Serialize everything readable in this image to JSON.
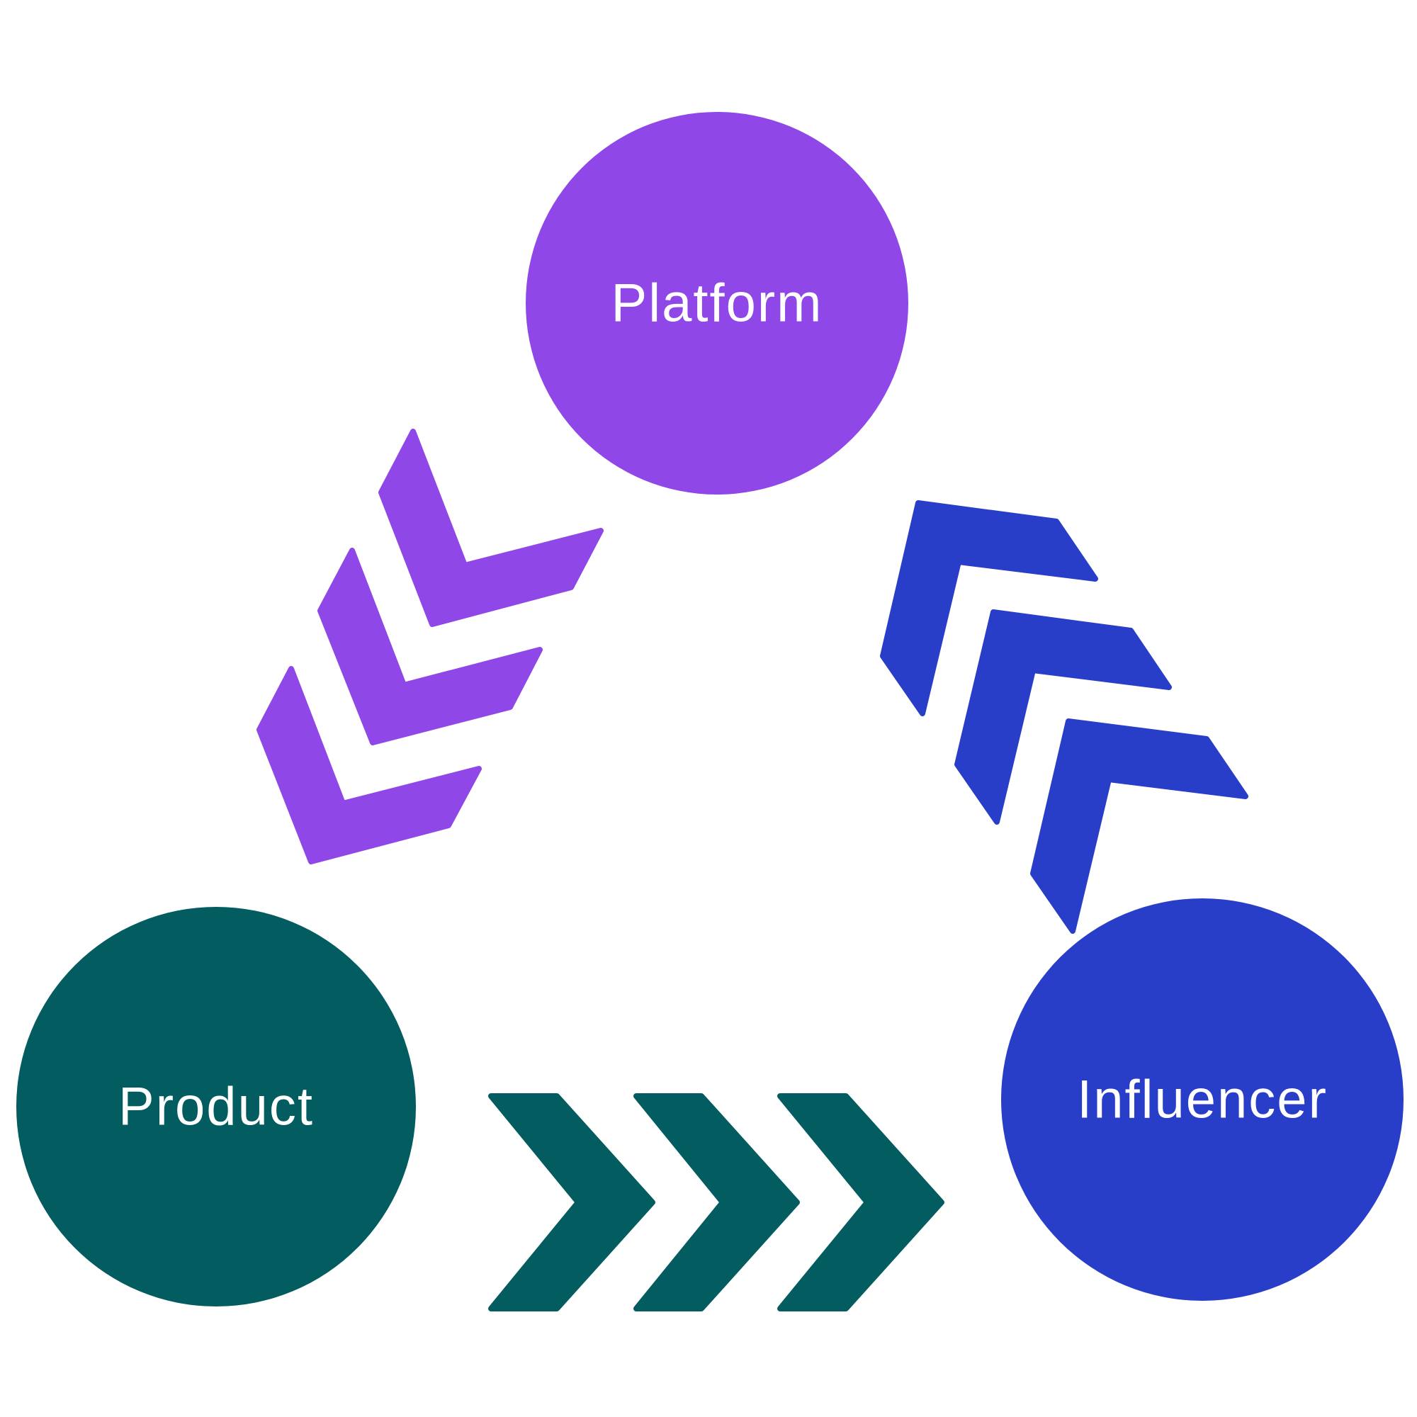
{
  "nodes": {
    "platform": {
      "label": "Platform",
      "color": "#8f47e8"
    },
    "influencer": {
      "label": "Influencer",
      "color": "#283ec8"
    },
    "product": {
      "label": "Product",
      "color": "#025c60"
    }
  },
  "label_color": "#ffffff",
  "arrows": {
    "platform_to_product": {
      "color": "#8f47e8",
      "chevron_count": 3
    },
    "product_to_influencer": {
      "color": "#025c60",
      "chevron_count": 3
    },
    "influencer_to_platform": {
      "color": "#283ec8",
      "chevron_count": 3
    }
  }
}
